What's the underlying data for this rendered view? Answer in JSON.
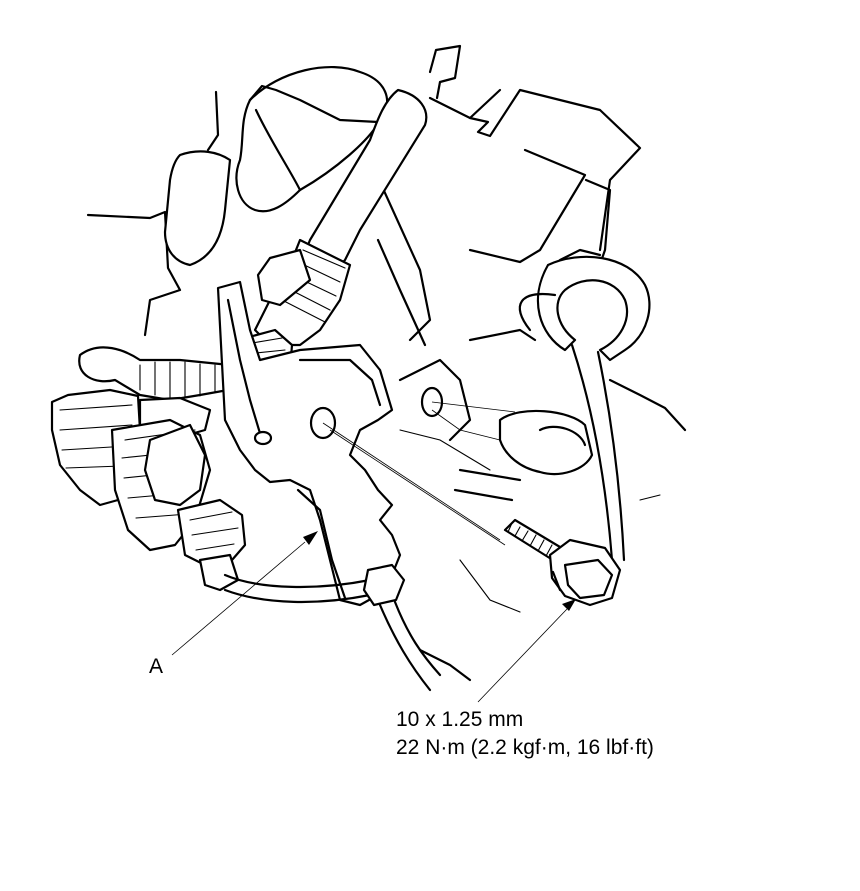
{
  "labels": {
    "part_a": "A",
    "bolt_size": "10 x 1.25 mm",
    "bolt_torque": "22 N·m (2.2 kgf·m, 16 lbf·ft)"
  }
}
